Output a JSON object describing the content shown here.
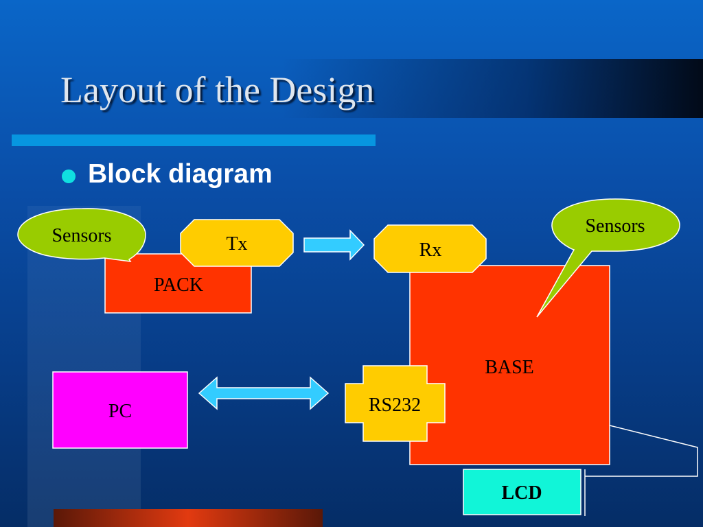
{
  "slide": {
    "title": "Layout of the Design",
    "bullet": "Block diagram"
  },
  "diagram": {
    "nodes": {
      "pack": "PACK",
      "tx": "Tx",
      "rx": "Rx",
      "base": "BASE",
      "pc": "PC",
      "rs232": "RS232",
      "lcd": "LCD"
    },
    "callouts": {
      "sensors_left": "Sensors",
      "sensors_right": "Sensors"
    },
    "edges": [
      {
        "from": "tx",
        "to": "rx",
        "style": "single-arrow"
      },
      {
        "from": "pc",
        "to": "rs232",
        "style": "double-arrow"
      },
      {
        "from": "base",
        "to": "lcd",
        "style": "line"
      }
    ]
  },
  "colors": {
    "red_block": "#ff3300",
    "yellow_block": "#ffcc00",
    "magenta_block": "#ff00ff",
    "cyan_block": "#11f5d8",
    "callout_green": "#99cc00",
    "arrow_cyan": "#33ccff"
  }
}
